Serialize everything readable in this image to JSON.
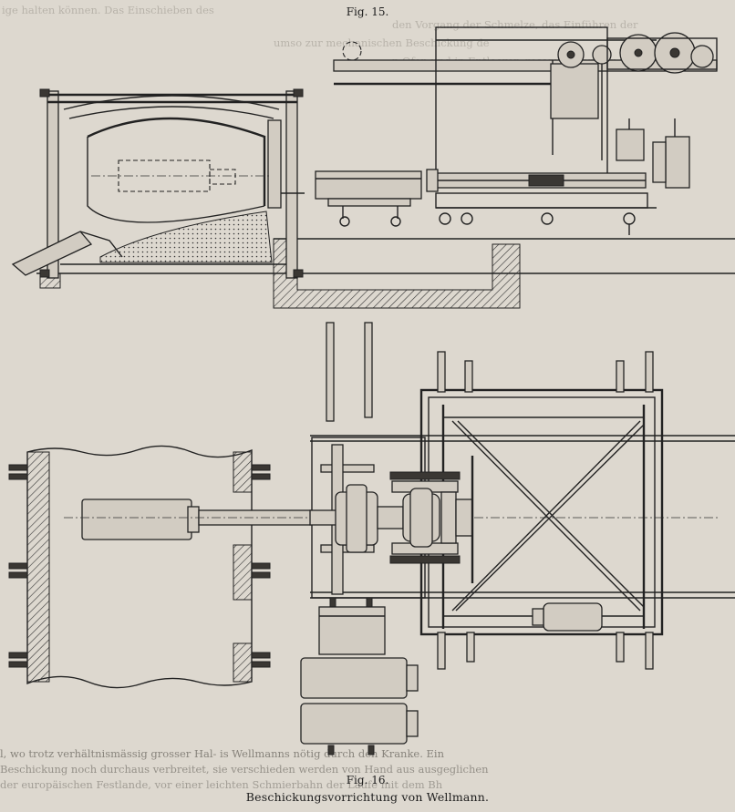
{
  "figure_a_label": "Fig. 15.",
  "figure_b_label": "Fig. 16.",
  "figure_b_title": "Beschickungsvorrichtung von Wellmann.",
  "top_text_left": "ige halten können. Das Einschieben des",
  "top_text_mid": "den Vorgang der Schmelze, das Einführen der",
  "top_text_left2": "umso zur mechanischen Beschickung de",
  "top_text_mid2": "n Ofen und in Entleeren gesammelten vor",
  "bottom_text_1": "l, wo trotz verhältnismässig grosser Hal- is Wellmanns nötig durch den Kranke. Ein",
  "bottom_text_2": "Beschickung noch durchaus verbreitet, sie verschieden werden von Hand aus ausgeglichen",
  "bottom_text_3": "der europäischen Festlande, vor einer leichten Schmierbahn der Laufe mit dem Bh",
  "colors": {
    "paper": "#ddd8cf",
    "ink": "#1c1c1c",
    "bleed": "#9a958c"
  }
}
